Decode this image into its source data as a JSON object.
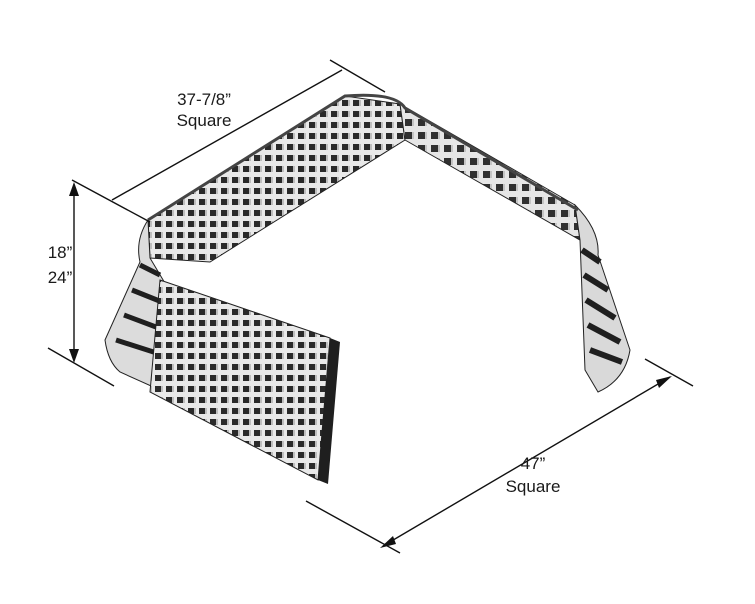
{
  "dimensions": {
    "top": {
      "line1": "37-7/8”",
      "line2": "Square"
    },
    "height": {
      "line1": "18”",
      "line2": "24”"
    },
    "bottom": {
      "line1": "47”",
      "line2": "Square"
    }
  },
  "colors": {
    "frame_light": "#e9e9e9",
    "frame_shade": "#bdbdbd",
    "frame_dark": "#1f1f1f",
    "line": "#111111"
  }
}
